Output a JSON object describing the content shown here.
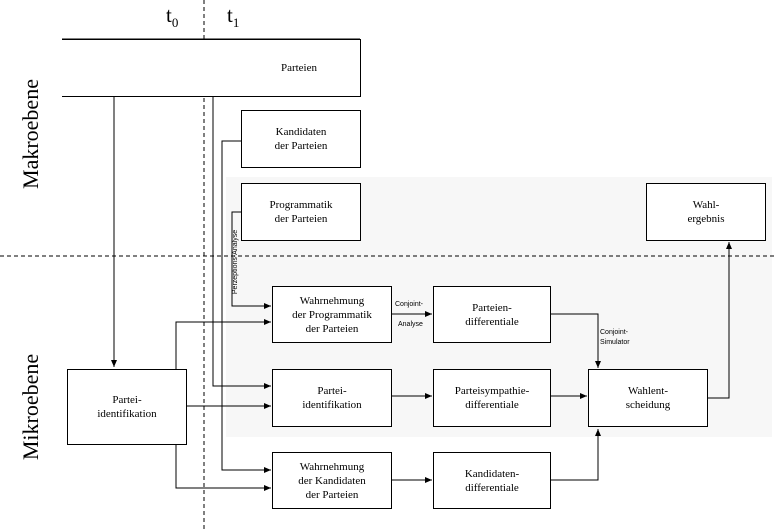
{
  "time_labels": {
    "t0": "t",
    "t0_sub": "0",
    "t1": "t",
    "t1_sub": "1"
  },
  "levels": {
    "macro": "Makroebene",
    "micro": "Mikroebene"
  },
  "boxes": {
    "parteien": "Parteien",
    "kandidaten": "Kandidaten\nder Parteien",
    "programmatik": "Programmatik\nder Parteien",
    "wahlergebnis": "Wahl-\nergebnis",
    "pid_left": "Partei-\nidentifikation",
    "wahrnehmung_prog": "Wahrnehmung\nder Programmatik\nder Parteien",
    "parteien_diff": "Parteien-\ndifferentiale",
    "pid_mid": "Partei-\nidentifikation",
    "sympathie_diff": "Parteisympathie-\ndifferentiale",
    "wahlentscheidung": "Wahlent-\nscheidung",
    "wahrnehmung_kand": "Wahrnehmung\nder Kandidaten\nder Parteien",
    "kandidaten_diff": "Kandidaten-\ndifferentiale"
  },
  "annotations": {
    "conjoint": "Conjoint-",
    "analyse": "Analyse",
    "conjoint_sim_1": "Conjoint-",
    "conjoint_sim_2": "Simulator",
    "perzeption": "Perzeptions-Analyse"
  }
}
